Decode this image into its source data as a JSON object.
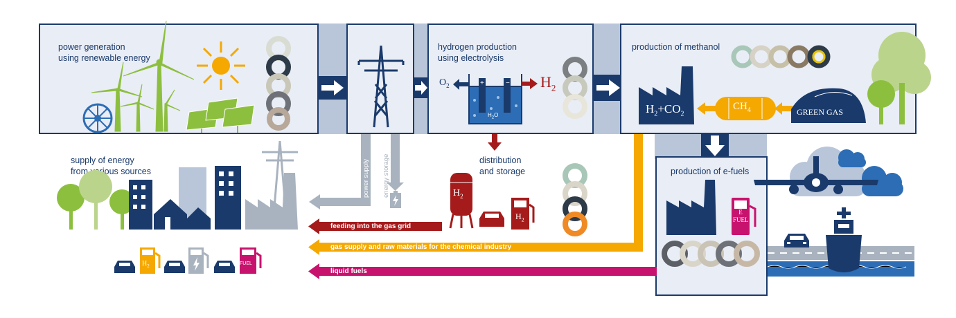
{
  "panels": {
    "power_generation": "power generation\nusing renewable energy",
    "hydrogen_production": "hydrogen production\nusing electrolysis",
    "methanol": "production of methanol",
    "efuels": "production of e-fuels",
    "supply": "supply of energy\nfrom various sources",
    "distribution": "distribution\nand storage"
  },
  "electrolysis": {
    "o2": "O",
    "o2_sub": "2",
    "h2": "H",
    "h2_sub": "2",
    "water": "H",
    "water_sub": "2",
    "water_end": "O"
  },
  "methanol_labels": {
    "h2": "H",
    "h2_sub": "2",
    "plus": "+CO",
    "co2_sub": "2",
    "ch4": "CH",
    "ch4_sub": "4",
    "green_gas": "GREEN GAS"
  },
  "storage_labels": {
    "tank": "H",
    "tank_sub": "2",
    "pump": "H",
    "pump_sub": "2"
  },
  "efuel_labels": {
    "line1": "E",
    "line2": "FUEL"
  },
  "vertical_flows": {
    "power_supply": "power supply",
    "energy_storage": "energy storage"
  },
  "flows": {
    "gas_grid": "feeding into the gas grid",
    "gas_supply": "gas supply and raw materials for the chemical industry",
    "liquid_fuels": "liquid fuels"
  },
  "pumps": {
    "h2": "H",
    "h2_sub": "2",
    "fuel": "FUEL"
  },
  "colors": {
    "navy": "#1a3a6b",
    "panel_bg": "#e9edf5",
    "band": "#b9c6da",
    "green": "#8dbf3f",
    "gray": "#a9b3bf",
    "orange": "#f5a800",
    "red": "#a51b1b",
    "magenta": "#c8136e",
    "blue": "#2c6db5"
  }
}
